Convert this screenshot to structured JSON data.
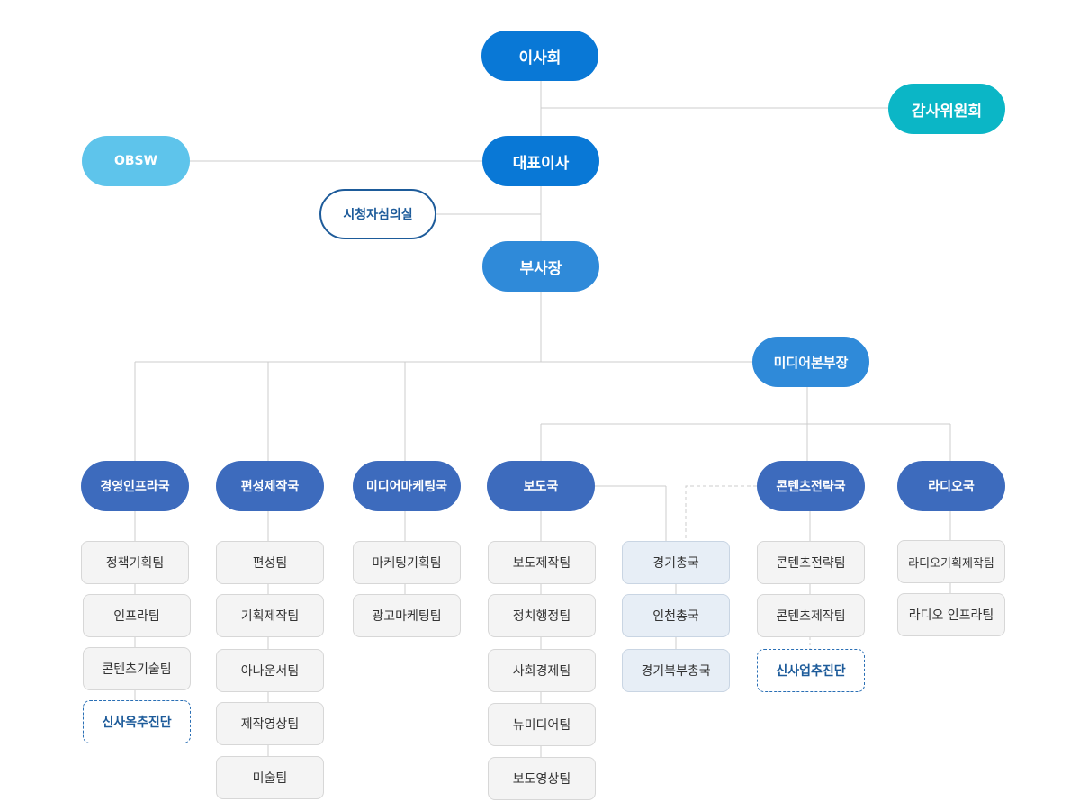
{
  "top": {
    "board": "이사회",
    "audit": "감사위원회",
    "ceo": "대표이사",
    "obsw": "OBSW",
    "viewer": "시청자심의실",
    "vp": "부사장",
    "media_hq": "미디어본부장"
  },
  "depts": {
    "infra": {
      "name": "경영인프라국",
      "teams": [
        "정책기획팀",
        "인프라팀",
        "콘텐츠기술팀"
      ],
      "task": "신사옥추진단"
    },
    "prod": {
      "name": "편성제작국",
      "teams": [
        "편성팀",
        "기획제작팀",
        "아나운서팀",
        "제작영상팀",
        "미술팀"
      ]
    },
    "mkt": {
      "name": "미디어마케팅국",
      "teams": [
        "마케팅기획팀",
        "광고마케팅팀"
      ]
    },
    "news": {
      "name": "보도국",
      "teams": [
        "보도제작팀",
        "정치행정팀",
        "사회경제팀",
        "뉴미디어팀",
        "보도영상팀"
      ]
    },
    "bureaus": [
      "경기총국",
      "인천총국",
      "경기북부총국"
    ],
    "content": {
      "name": "콘텐츠전략국",
      "teams": [
        "콘텐츠전략팀",
        "콘텐츠제작팀"
      ],
      "task": "신사업추진단"
    },
    "radio": {
      "name": "라디오국",
      "teams": [
        "라디오기획제작팀",
        "라디오 인프라팀"
      ]
    }
  },
  "colors": {
    "top_dark": "#0978d6",
    "top_mid": "#2f8ad9",
    "audit": "#0bb6c6",
    "obsw": "#5ec4eb",
    "dept": "#3d6bbd",
    "team_bg": "#f4f4f4",
    "bureau_bg": "#e7eef6",
    "line": "#cccccc"
  }
}
